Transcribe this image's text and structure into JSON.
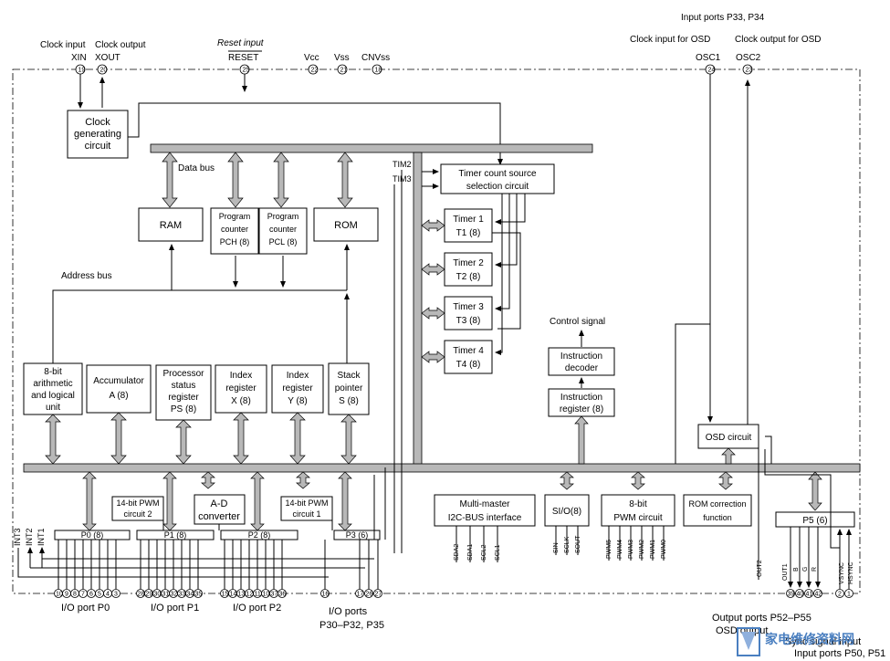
{
  "top_labels": {
    "clock_input": "Clock input",
    "clock_output": "Clock output",
    "xin": "XIN",
    "xout": "XOUT",
    "reset_input": "Reset input",
    "reset": "RESET",
    "vcc": "Vcc",
    "vss": "Vss",
    "cnvss": "CNVss",
    "input_ports_p3": "Input ports P33, P34",
    "clock_input_osd": "Clock input for OSD",
    "clock_output_osd": "Clock output for OSD",
    "osc1": "OSC1",
    "osc2": "OSC2"
  },
  "pins_top": {
    "xin": "19",
    "xout": "20",
    "reset": "25",
    "vcc": "22",
    "vss": "21",
    "cnvss": "18",
    "osc1": "24",
    "osc2": "23"
  },
  "blocks": {
    "clock_gen": [
      "Clock",
      "generating",
      "circuit"
    ],
    "data_bus": "Data bus",
    "address_bus": "Address bus",
    "ram": "RAM",
    "pch": [
      "Program",
      "counter",
      "PCH (8)"
    ],
    "pcl": [
      "Program",
      "counter",
      "PCL (8)"
    ],
    "rom": "ROM",
    "timer_src": [
      "Timer count source",
      "selection circuit"
    ],
    "tim2": "TIM2",
    "tim3": "TIM3",
    "timer1": [
      "Timer 1",
      "T1 (8)"
    ],
    "timer2": [
      "Timer 2",
      "T2 (8)"
    ],
    "timer3": [
      "Timer 3",
      "T3 (8)"
    ],
    "timer4": [
      "Timer 4",
      "T4 (8)"
    ],
    "control_signal": "Control signal",
    "instr_decoder": [
      "Instruction",
      "decoder"
    ],
    "instr_register": [
      "Instruction",
      "register (8)"
    ],
    "alu": [
      "8-bit",
      "arithmetic",
      "and logical",
      "unit"
    ],
    "accumulator": [
      "Accumulator",
      "A (8)"
    ],
    "ps": [
      "Processor",
      "status",
      "register",
      "PS (8)"
    ],
    "index_x": [
      "Index",
      "register",
      "X (8)"
    ],
    "index_y": [
      "Index",
      "register",
      "Y (8)"
    ],
    "stack": [
      "Stack",
      "pointer",
      "S (8)"
    ],
    "osd": "OSD circuit",
    "pwm14_2": [
      "14-bit PWM",
      "circuit 2"
    ],
    "adc": [
      "A-D",
      "converter"
    ],
    "pwm14_1": [
      "14-bit PWM",
      "circuit 1"
    ],
    "i2c": [
      "Multi-master",
      "I2C-BUS interface"
    ],
    "sio": "SI/O(8)",
    "pwm8": [
      "8-bit",
      "PWM circuit"
    ],
    "rom_corr": [
      "ROM correction",
      "function"
    ],
    "p0": "P0 (8)",
    "p1": "P1 (8)",
    "p2": "P2 (8)",
    "p3": "P3 (6)",
    "p5": "P5 (6)"
  },
  "signals": {
    "int3": "INT3",
    "int2": "INT2",
    "int1": "INT1",
    "sda2": "SDA2",
    "sda1": "SDA1",
    "scl2": "SCL2",
    "scl1": "SCL1",
    "sin": "SIN",
    "sclk": "SCLK",
    "sout": "SOUT",
    "pwm5": "PWM5",
    "pwm4": "PWM4",
    "pwm3": "PWM3",
    "pwm2": "PWM2",
    "pwm1": "PWM1",
    "pwm0": "PWM0",
    "out2": "OUT2",
    "out1": "OUT1",
    "b": "B",
    "g": "G",
    "r": "R",
    "vsync": "VSYNC",
    "hsync": "HSYNC"
  },
  "pins_bottom": {
    "p0": [
      "10",
      "9",
      "8",
      "7",
      "6",
      "5",
      "4",
      "3"
    ],
    "p1": [
      "28",
      "29",
      "30",
      "31",
      "32",
      "33",
      "34",
      "35"
    ],
    "p2": [
      "15",
      "14",
      "13",
      "12",
      "11",
      "10",
      "37",
      "36"
    ],
    "p3a": "16",
    "p3b": [
      "17",
      "26",
      "27"
    ],
    "p5": [
      "39",
      "40",
      "41",
      "42"
    ],
    "sync": [
      "2",
      "1"
    ]
  },
  "bottom_labels": {
    "io_p0": "I/O port P0",
    "io_p1": "I/O port P1",
    "io_p2": "I/O port P2",
    "io_p3_1": "I/O ports",
    "io_p3_2": "P30–P32, P35",
    "out_p5": "Output ports P52–P55",
    "osd_output": "OSD output",
    "sync_input": "Sync signal input",
    "input_p5": "Input ports P50, P51"
  },
  "watermark": "家电维修资料网"
}
